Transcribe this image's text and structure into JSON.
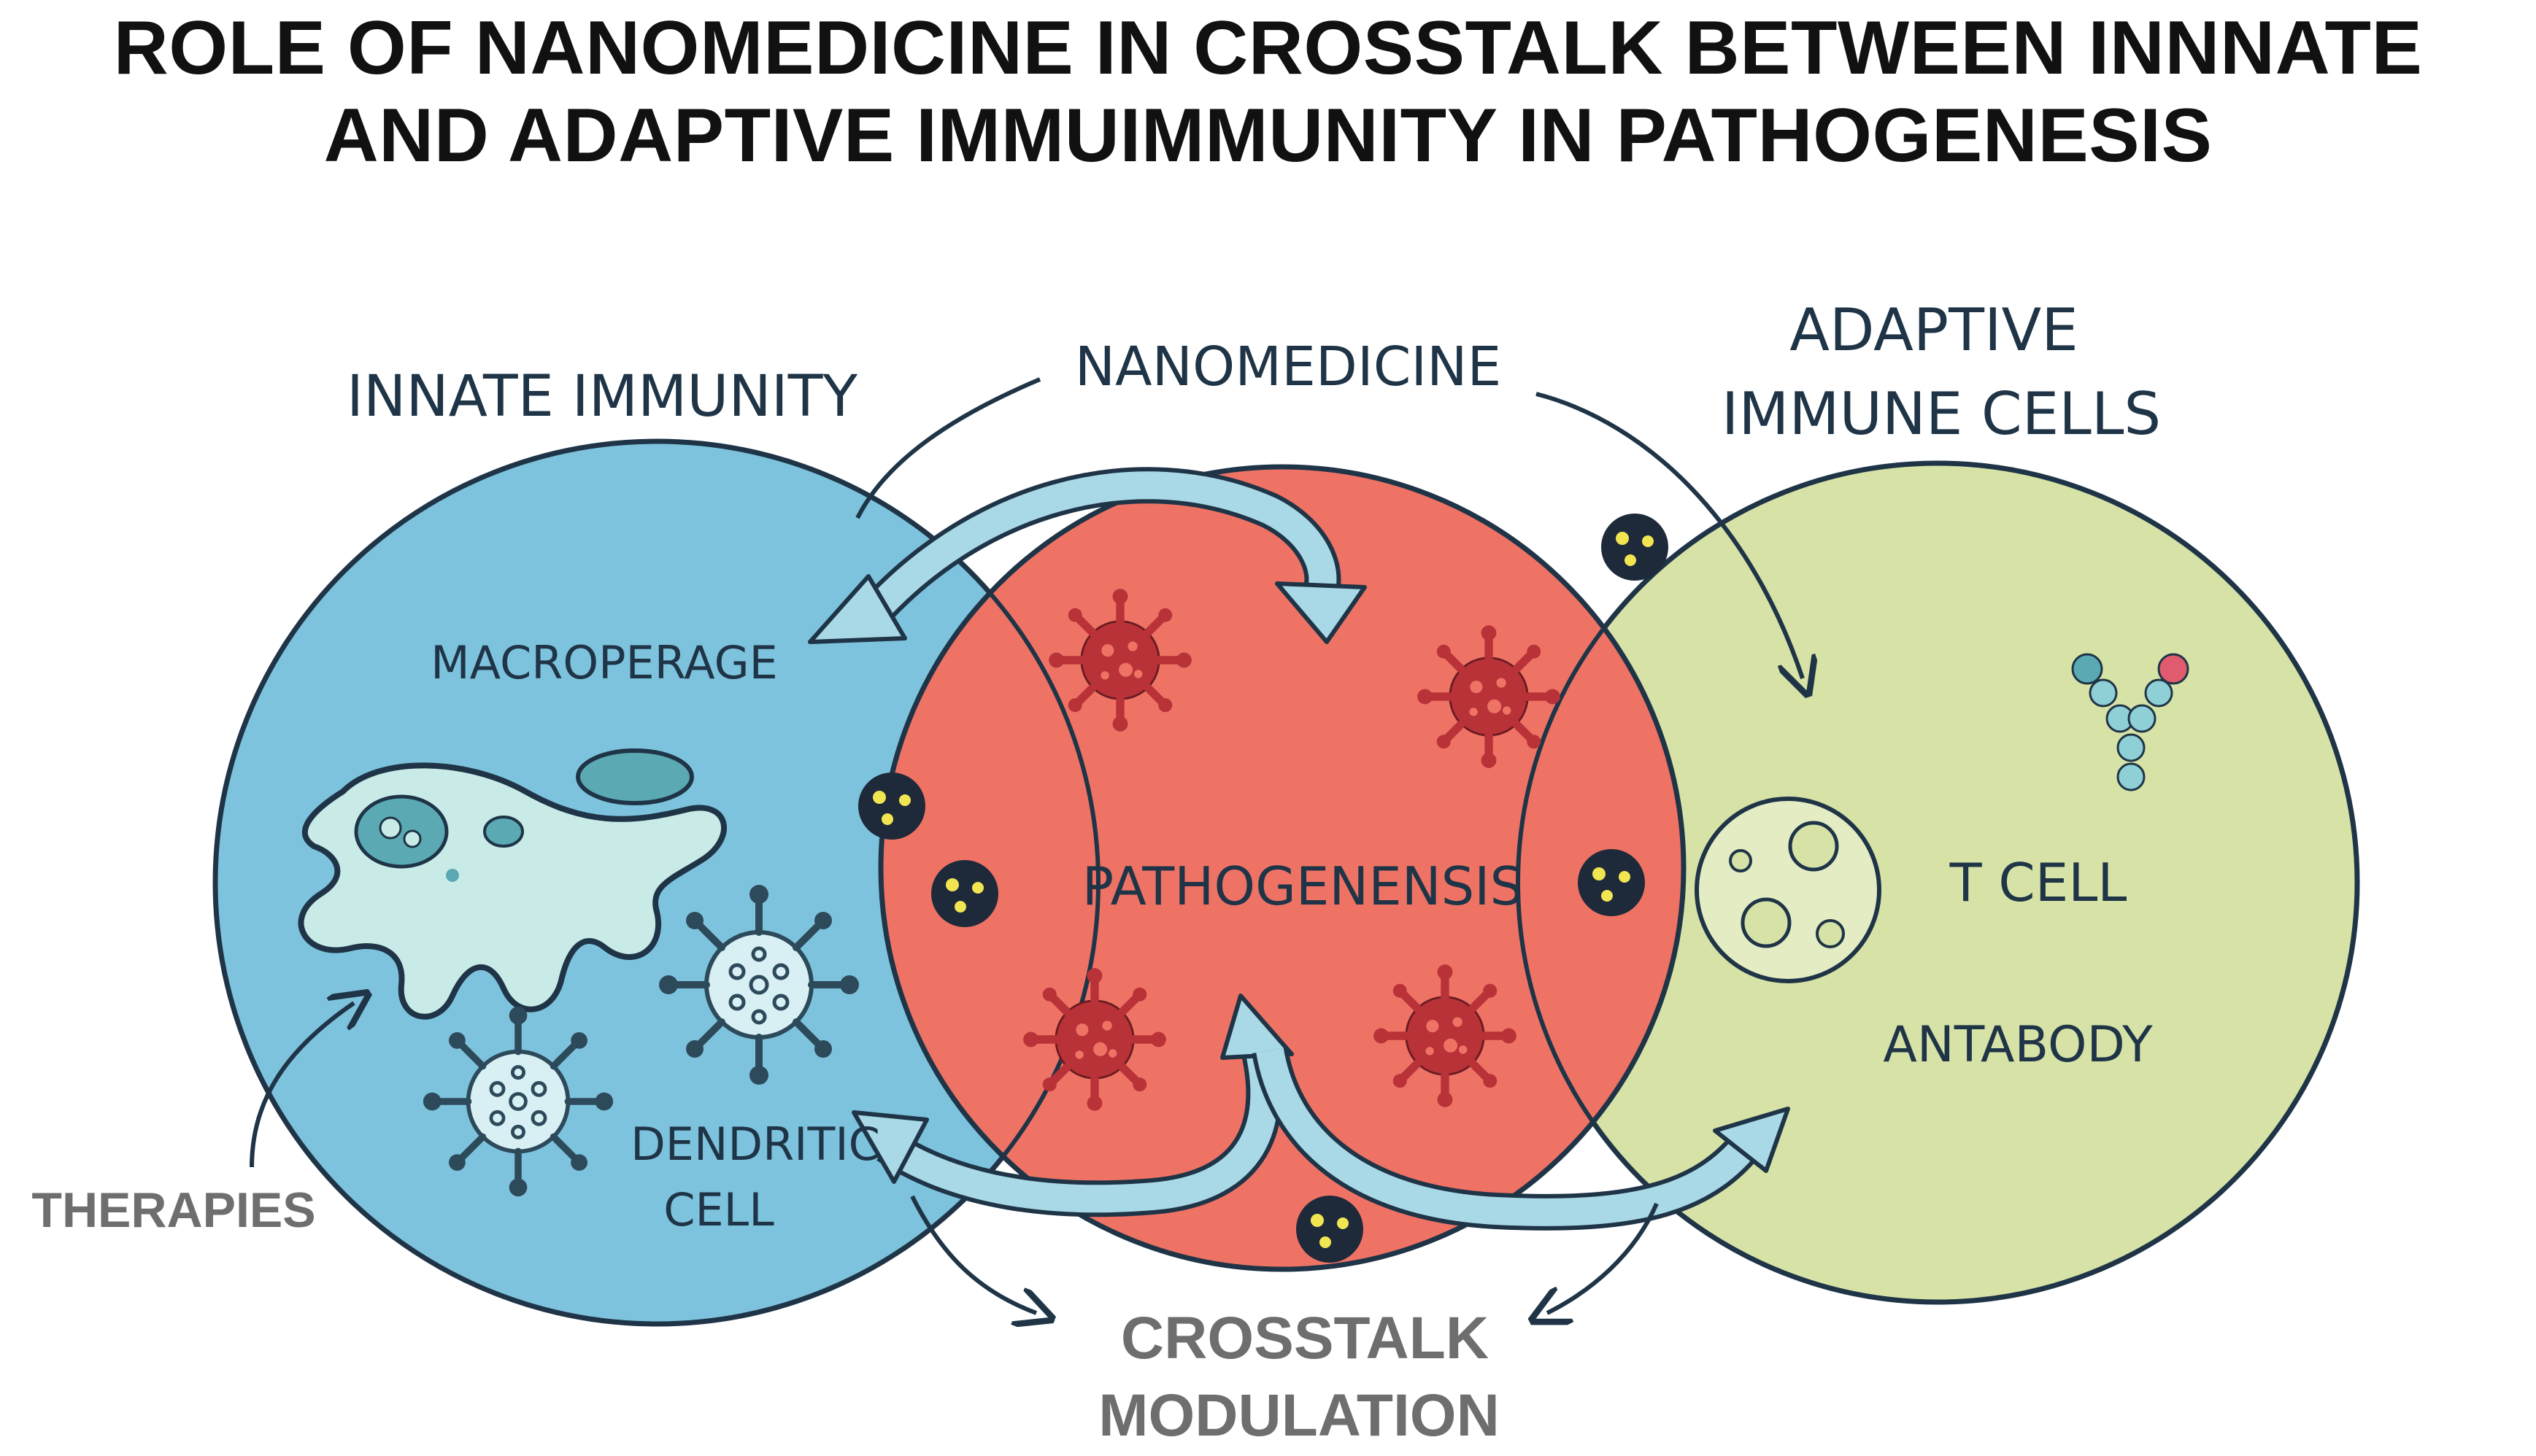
{
  "title": {
    "line1": "ROLE OF NANOMEDICINE IN CROSSTALK BETWEEN INNNATE",
    "line2": "AND ADAPTIVE IMMUIMMUNITY IN PATHOGENESIS"
  },
  "labels": {
    "innate_immunity": "INNATE IMMUNITY",
    "nanomedicine": "NANOMEDICINE",
    "adaptive_line1": "ADAPTIVE",
    "adaptive_line2": "IMMUNE CELLS",
    "macrophage": "MACROPERAGE",
    "pathogenesis": "PATHOGENENSIS",
    "t_cell": "T CELL",
    "antibody": "ANTABODY",
    "dendritic_line1": "DENDRITIC",
    "dendritic_line2": "CELL",
    "therapies": "THERAPIES",
    "crosstalk_line1": "CROSSTALK",
    "crosstalk_line2": "MODULATION"
  },
  "colors": {
    "innate_circle": "#7ec3dd",
    "pathogen_circle": "#ef7365",
    "adaptive_circle": "#d6e2a6",
    "outline": "#1f3547",
    "virus": "#b83238",
    "arrow_fill": "#a9d9e6",
    "nanoparticle": "#1e2a3a",
    "nanoparticle_dot": "#f2e552"
  }
}
